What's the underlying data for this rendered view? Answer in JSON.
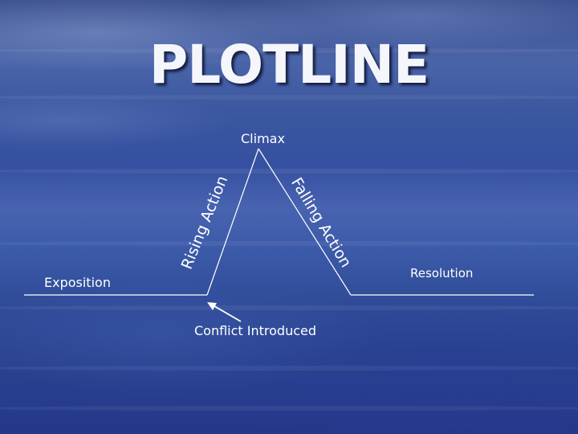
{
  "title": "PLOTLINE",
  "labels": {
    "climax": "Climax",
    "rising_action": "Rising Action",
    "falling_action": "Falling Action",
    "exposition": "Exposition",
    "resolution": "Resolution",
    "conflict": "Conflict Introduced"
  },
  "colors": {
    "line": "#ffffff",
    "text": "#ffffff",
    "background": "#3550a0"
  }
}
